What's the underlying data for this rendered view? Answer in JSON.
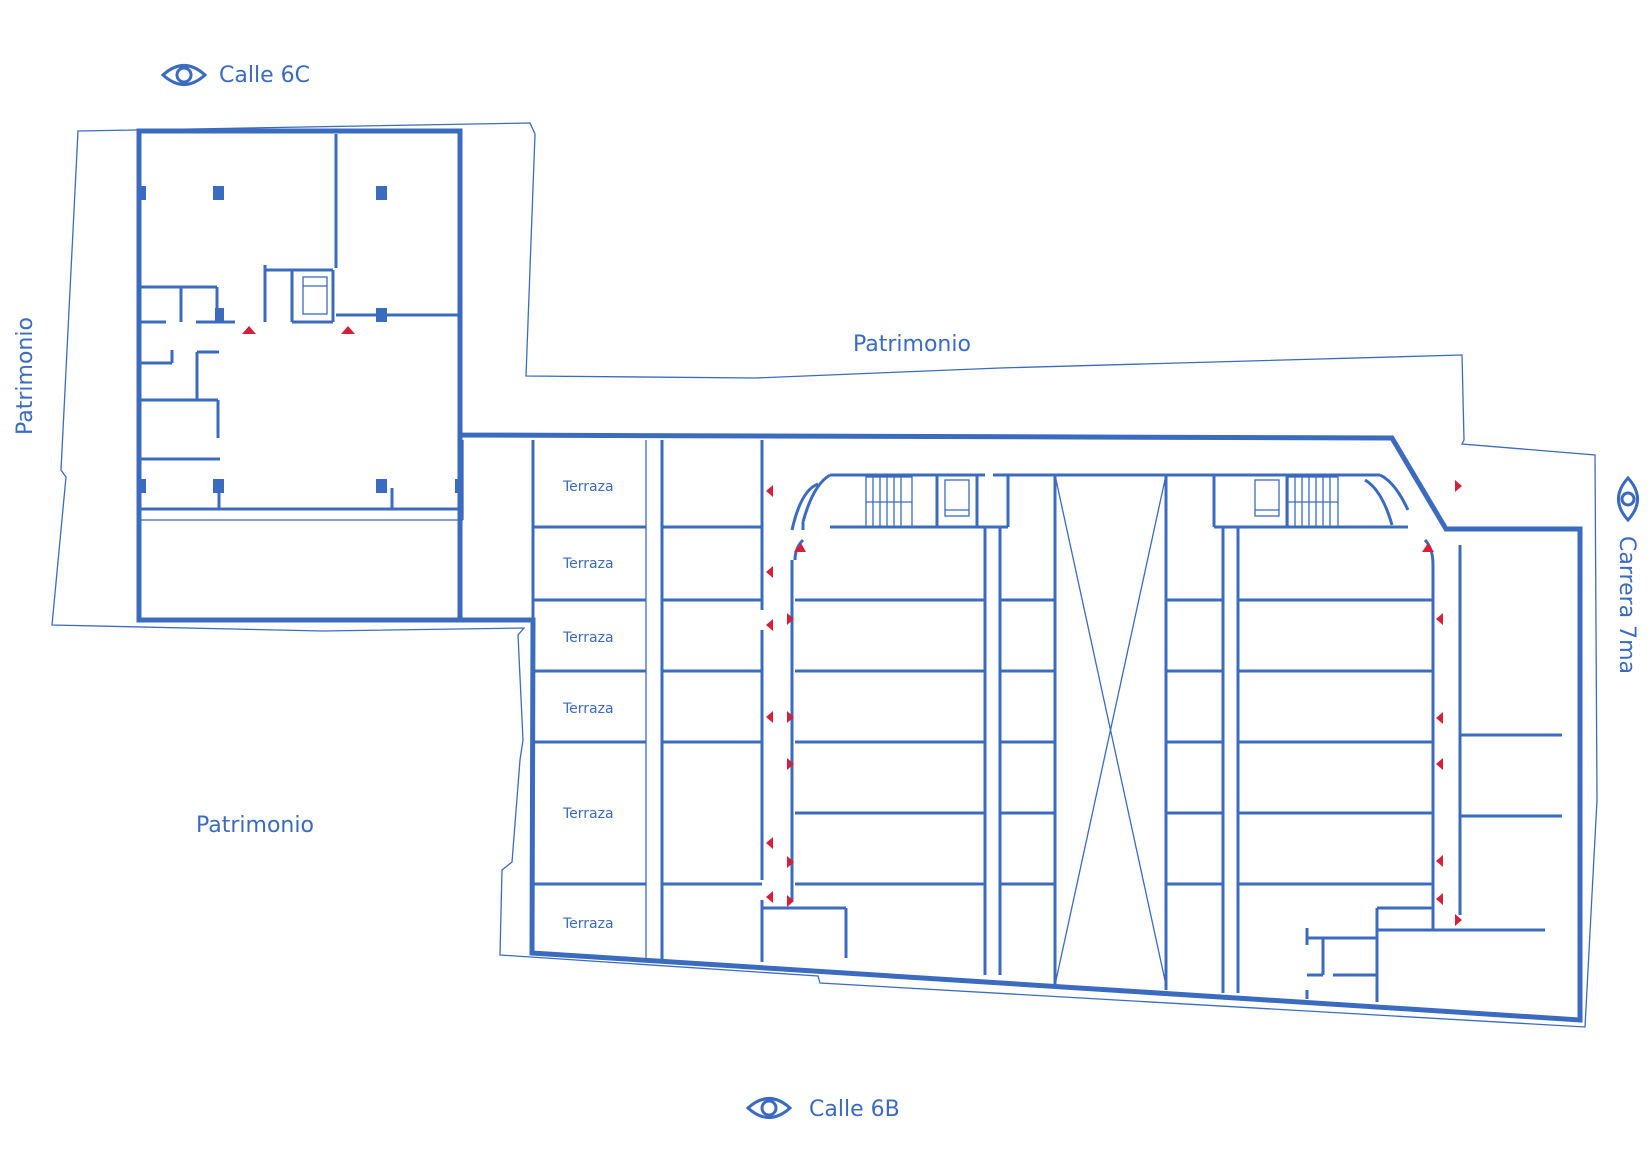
{
  "labels": {
    "street_top": "Calle 6C",
    "street_bottom": "Calle 6B",
    "street_right": "Carrera 7ma",
    "patrimonio_left": "Patrimonio",
    "patrimonio_top": "Patrimonio",
    "patrimonio_bottom_left": "Patrimonio"
  },
  "terrazas": [
    "Terraza",
    "Terraza",
    "Terraza",
    "Terraza",
    "Terraza",
    "Terraza"
  ],
  "icons": {
    "view": "eye-icon",
    "door_marker": "red-triangle-icon"
  },
  "colors": {
    "plan_blue": "#3b6bbf",
    "marker_red": "#d6203a"
  }
}
